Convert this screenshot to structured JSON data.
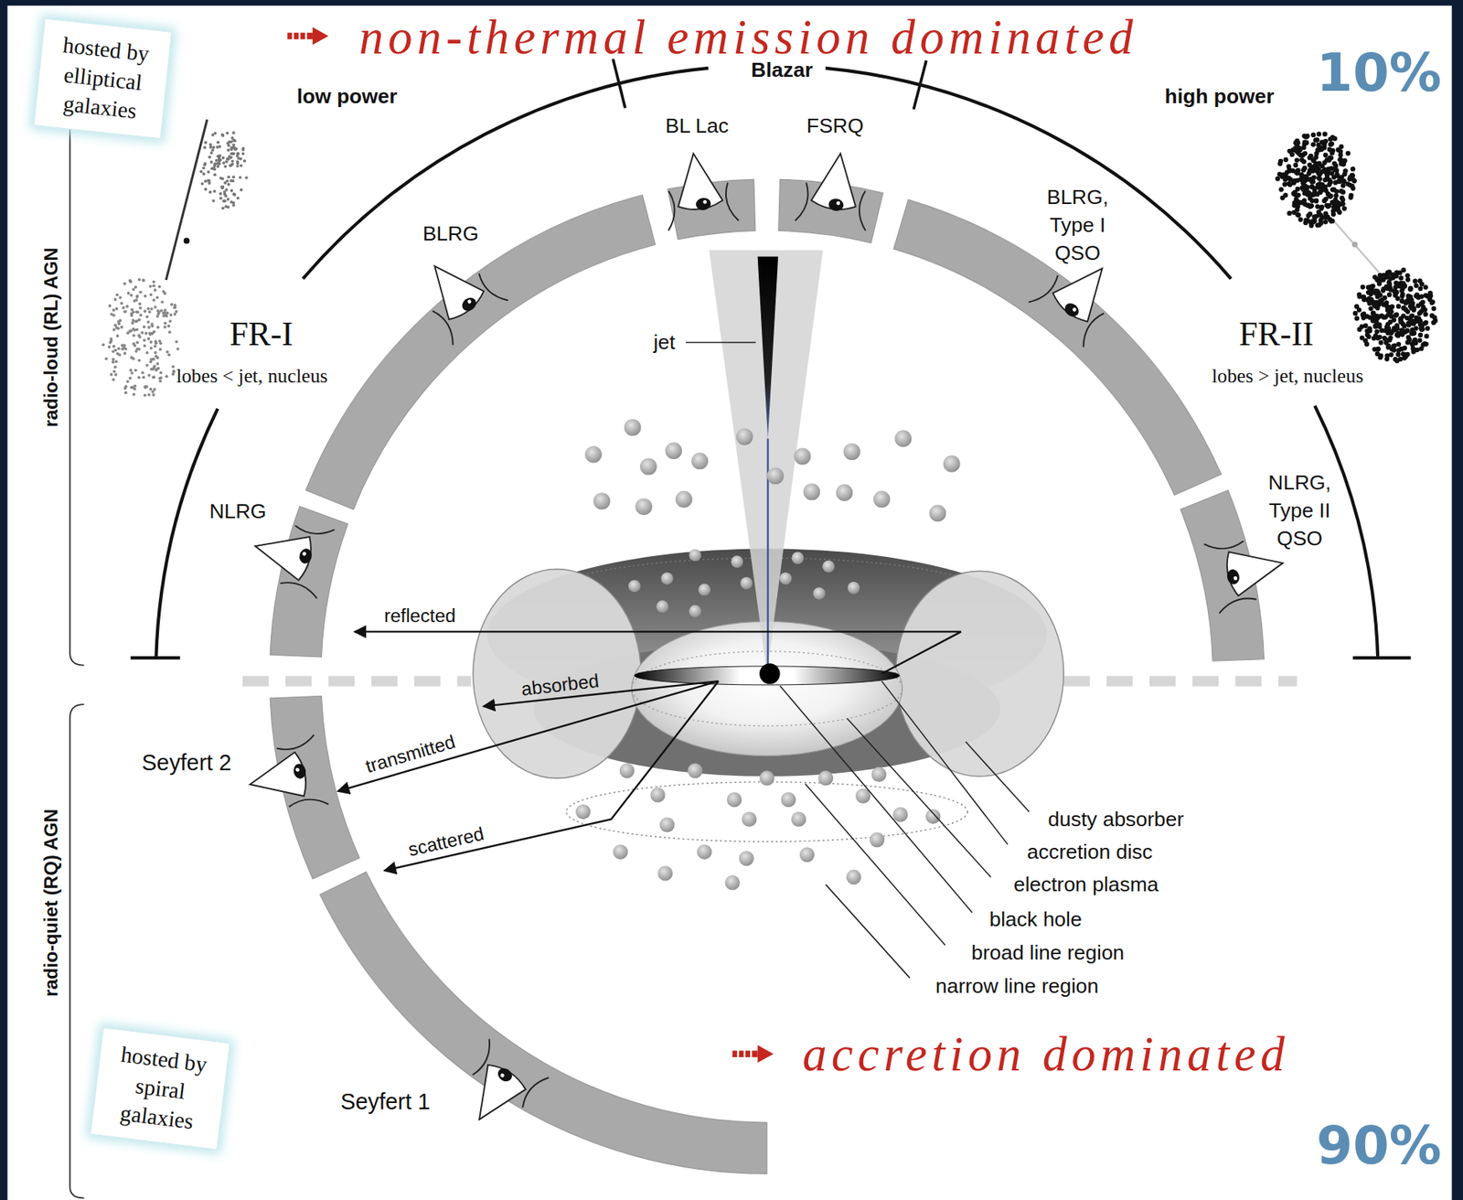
{
  "diagram": {
    "nodes": [
      {
        "text": [
          "hosted by elliptical galaxies"
        ]
      },
      {
        "text": [
          "hosted by spiral galaxies"
        ]
      }
    ],
    "labels": [
      "non-thermal emission dominated",
      "10%",
      "Blazar",
      "low power",
      "high power",
      "BL Lac",
      "FSRQ",
      "BLRG",
      "BLRG, Type I QSO",
      "FR-I",
      "lobes < jet, nucleus",
      "FR-II",
      "lobes > jet, nucleus",
      "jet",
      "NLRG",
      "NLRG, Type II QSO",
      "reflected",
      "absorbed",
      "transmitted",
      "scattered",
      "Seyfert 2",
      "dusty absorber",
      "accretion disc",
      "electron plasma",
      "black hole",
      "broad line region",
      "narrow line region",
      "accretion dominated",
      "Seyfert 1",
      "90%",
      "radio-loud (RL) AGN",
      "radio-quiet (RQ) AGN"
    ]
  }
}
